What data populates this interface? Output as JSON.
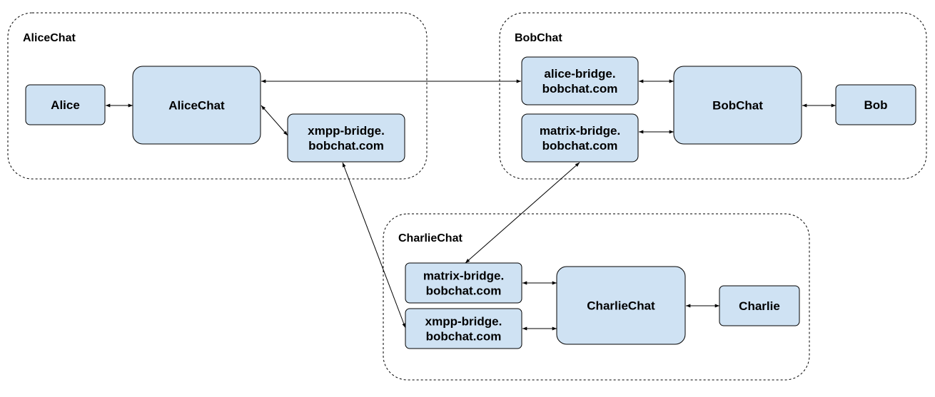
{
  "colors": {
    "node_fill": "#cfe2f3",
    "stroke": "#000000"
  },
  "groups": [
    {
      "id": "alicechat",
      "title": "AliceChat"
    },
    {
      "id": "bobchat",
      "title": "BobChat"
    },
    {
      "id": "charliechat",
      "title": "CharlieChat"
    }
  ],
  "nodes": [
    {
      "id": "alice",
      "lines": [
        "Alice"
      ]
    },
    {
      "id": "alicechat-server",
      "lines": [
        "AliceChat"
      ]
    },
    {
      "id": "alice-xmpp-bridge",
      "lines": [
        "xmpp-bridge.",
        "bobchat.com"
      ]
    },
    {
      "id": "bob-alice-bridge",
      "lines": [
        "alice-bridge.",
        "bobchat.com"
      ]
    },
    {
      "id": "bob-matrix-bridge",
      "lines": [
        "matrix-bridge.",
        "bobchat.com"
      ]
    },
    {
      "id": "bobchat-server",
      "lines": [
        "BobChat"
      ]
    },
    {
      "id": "bob",
      "lines": [
        "Bob"
      ]
    },
    {
      "id": "charlie-matrix-bridge",
      "lines": [
        "matrix-bridge.",
        "bobchat.com"
      ]
    },
    {
      "id": "charlie-xmpp-bridge",
      "lines": [
        "xmpp-bridge.",
        "bobchat.com"
      ]
    },
    {
      "id": "charliechat-server",
      "lines": [
        "CharlieChat"
      ]
    },
    {
      "id": "charlie",
      "lines": [
        "Charlie"
      ]
    }
  ],
  "edges": [
    {
      "from": "alice",
      "to": "alicechat-server"
    },
    {
      "from": "alicechat-server",
      "to": "bob-alice-bridge"
    },
    {
      "from": "alicechat-server",
      "to": "alice-xmpp-bridge"
    },
    {
      "from": "alice-xmpp-bridge",
      "to": "charlie-xmpp-bridge"
    },
    {
      "from": "bob-alice-bridge",
      "to": "bobchat-server"
    },
    {
      "from": "bob-matrix-bridge",
      "to": "bobchat-server"
    },
    {
      "from": "bobchat-server",
      "to": "bob"
    },
    {
      "from": "bob-matrix-bridge",
      "to": "charlie-matrix-bridge"
    },
    {
      "from": "charlie-matrix-bridge",
      "to": "charliechat-server"
    },
    {
      "from": "charlie-xmpp-bridge",
      "to": "charliechat-server"
    },
    {
      "from": "charliechat-server",
      "to": "charlie"
    }
  ]
}
